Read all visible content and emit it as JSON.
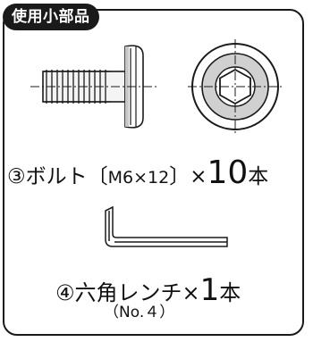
{
  "tag": {
    "label": "使用小部品"
  },
  "bolt": {
    "number": "③",
    "name": "ボルト",
    "spec_open": "〔",
    "spec": "M6×12",
    "spec_close": "〕",
    "times": "×",
    "qty": "10",
    "unit": "本"
  },
  "wrench": {
    "number": "④",
    "name": "六角レンチ",
    "times": "×",
    "qty": "1",
    "unit": "本",
    "model": "（No.４）"
  },
  "colors": {
    "ink": "#1a1a1a",
    "paper": "#ffffff",
    "shade": "#c7c7c7"
  }
}
